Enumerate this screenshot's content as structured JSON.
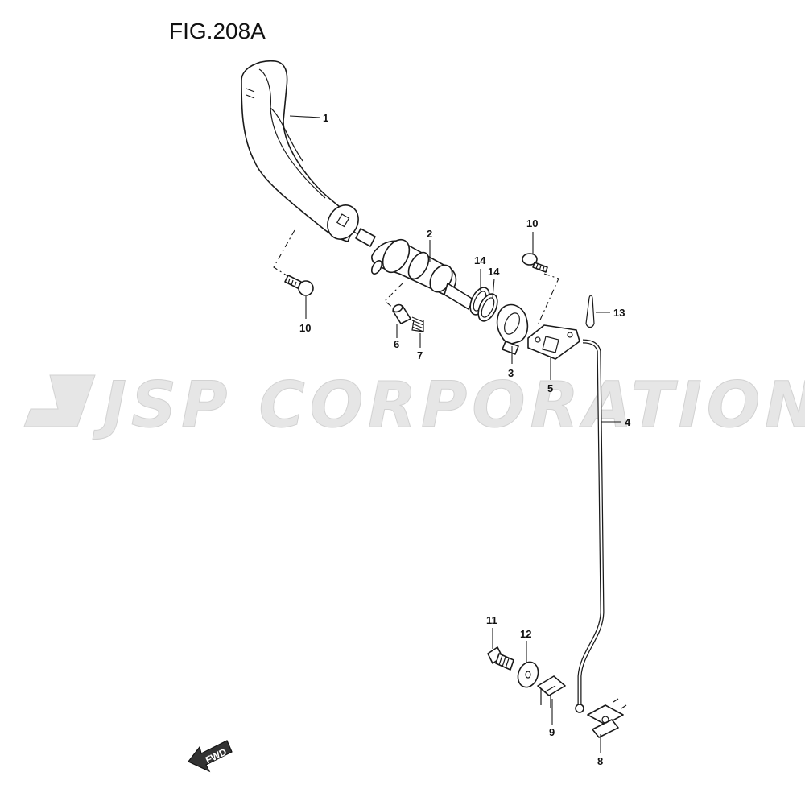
{
  "figure_title": "FIG.208A",
  "watermark": "JSP CORPORATION",
  "fwd_label": "FWD",
  "callouts": {
    "c1": "1",
    "c2": "2",
    "c3": "3",
    "c4": "4",
    "c5": "5",
    "c6": "6",
    "c7": "7",
    "c8": "8",
    "c9": "9",
    "c10a": "10",
    "c10b": "10",
    "c11": "11",
    "c12": "12",
    "c13": "13",
    "c14a": "14",
    "c14b": "14"
  }
}
